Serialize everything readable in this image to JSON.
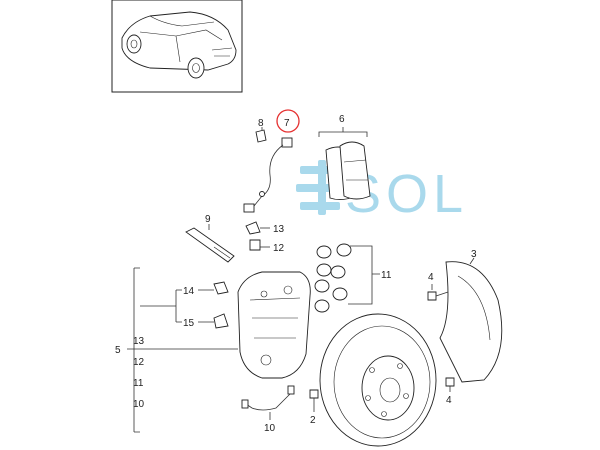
{
  "watermark": {
    "text": "SOL",
    "color": "#a9d9ec"
  },
  "labels": {
    "p1": "7",
    "p2": "8",
    "p3": "6",
    "p4": "9",
    "p5": "13",
    "p6": "12",
    "p7": "11",
    "p8": "3",
    "p9": "4",
    "p10": "14",
    "p11": "15",
    "p12": "5",
    "p13": "13",
    "p14": "12",
    "p15": "11",
    "p16": "10",
    "p17": "10",
    "p18": "2",
    "p19": "4"
  },
  "highlight_color": "#e53030"
}
